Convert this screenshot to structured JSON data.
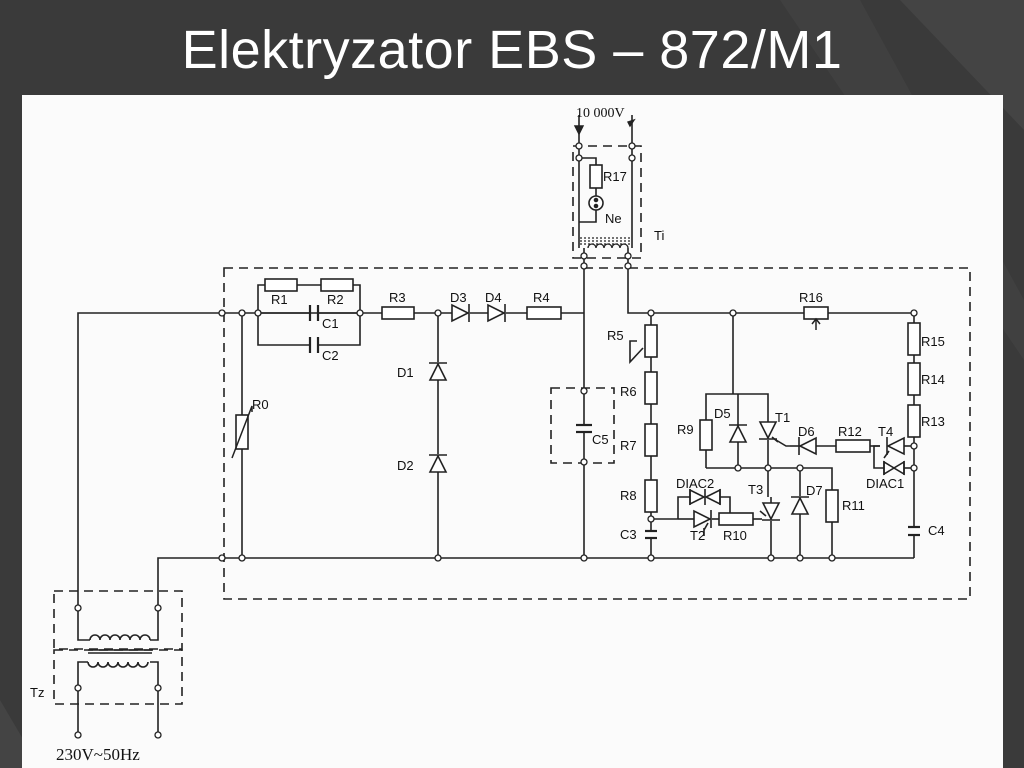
{
  "slide": {
    "title": "Elektryzator EBS – 872/M1"
  },
  "diagram": {
    "top_voltage": "10 000V",
    "mains_label": "230V~50Hz",
    "transformer_labels": {
      "input": "Tz",
      "output": "Ti"
    },
    "components": {
      "R0": "R0",
      "R1": "R1",
      "R2": "R2",
      "R3": "R3",
      "R4": "R4",
      "R5": "R5",
      "R6": "R6",
      "R7": "R7",
      "R8": "R8",
      "R9": "R9",
      "R10": "R10",
      "R11": "R11",
      "R12": "R12",
      "R13": "R13",
      "R14": "R14",
      "R15": "R15",
      "R16": "R16",
      "R17": "R17",
      "C1": "C1",
      "C2": "C2",
      "C3": "C3",
      "C4": "C4",
      "C5": "C5",
      "D1": "D1",
      "D2": "D2",
      "D3": "D3",
      "D4": "D4",
      "D5": "D5",
      "D6": "D6",
      "D7": "D7",
      "T1": "T1",
      "T2": "T2",
      "T3": "T3",
      "T4": "T4",
      "DIAC1": "DIAC1",
      "DIAC2": "DIAC2",
      "Ne": "Ne"
    }
  }
}
